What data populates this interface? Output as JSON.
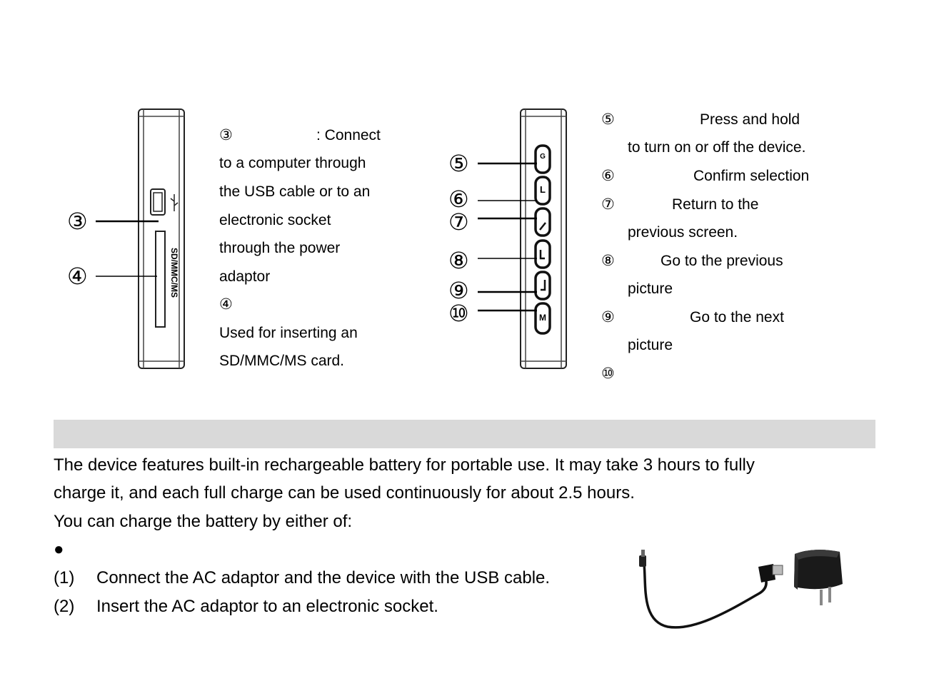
{
  "left_device": {
    "callouts": [
      "③",
      "④"
    ],
    "side_text": "SD/MMC/MS"
  },
  "left_desc": {
    "lines": [
      "③",
      ": Connect",
      "to a computer through",
      "the USB cable or to an",
      "electronic socket",
      "through the power",
      "adaptor",
      "④",
      "Used for inserting an",
      "SD/MMC/MS card."
    ]
  },
  "right_device": {
    "callouts": [
      "⑤",
      "⑥",
      "⑦",
      "⑧",
      "⑨",
      "⑩"
    ],
    "button_letters": [
      "G",
      "L",
      "",
      "",
      "",
      "M"
    ]
  },
  "right_desc": {
    "items": [
      {
        "num": "⑤",
        "text": "Press and hold"
      },
      {
        "num": "",
        "text": "to turn on or off the device."
      },
      {
        "num": "⑥",
        "text": "Confirm selection"
      },
      {
        "num": "⑦",
        "text": "Return to the"
      },
      {
        "num": "",
        "text": "previous screen."
      },
      {
        "num": "⑧",
        "text": "Go to the previous"
      },
      {
        "num": "",
        "text": "picture"
      },
      {
        "num": "⑨",
        "text": "Go to the next"
      },
      {
        "num": "",
        "text": "picture"
      },
      {
        "num": "⑩",
        "text": ""
      }
    ]
  },
  "body": {
    "para1_line1": "The device features built-in rechargeable battery for portable use. It may take 3 hours to fully",
    "para1_line2": "charge it, and each full charge can be used continuously for about 2.5 hours.",
    "para2": "You can charge the battery by either of:",
    "bullet": "●",
    "steps": [
      {
        "num": "(1)",
        "text": "Connect the AC adaptor and the device with the USB cable."
      },
      {
        "num": "(2)",
        "text": "Insert the AC adaptor to an electronic socket."
      }
    ]
  }
}
